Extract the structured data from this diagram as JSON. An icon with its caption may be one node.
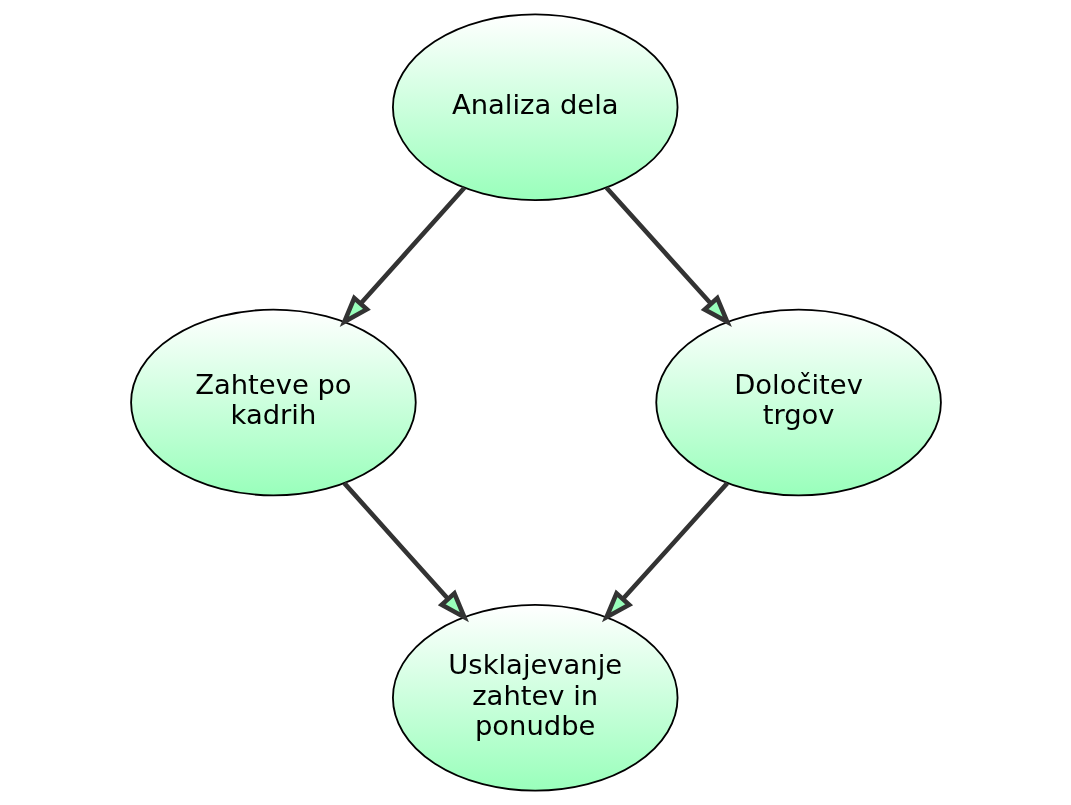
{
  "diagram": {
    "nodes": [
      {
        "text": [
          "Analiza dela"
        ]
      },
      {
        "text": [
          "Zahteve po kadrih"
        ]
      },
      {
        "text": [
          "Določitev trgov"
        ]
      },
      {
        "text": [
          "Usklajevanje zahtev in ponudbe"
        ]
      }
    ],
    "edges": [
      {
        "from": 0,
        "to": 1,
        "arrow": "to"
      },
      {
        "from": 0,
        "to": 2,
        "arrow": "to"
      },
      {
        "from": 2,
        "to": 3,
        "arrow": "to"
      },
      {
        "from": 1,
        "to": 3,
        "arrow": "to"
      }
    ]
  }
}
